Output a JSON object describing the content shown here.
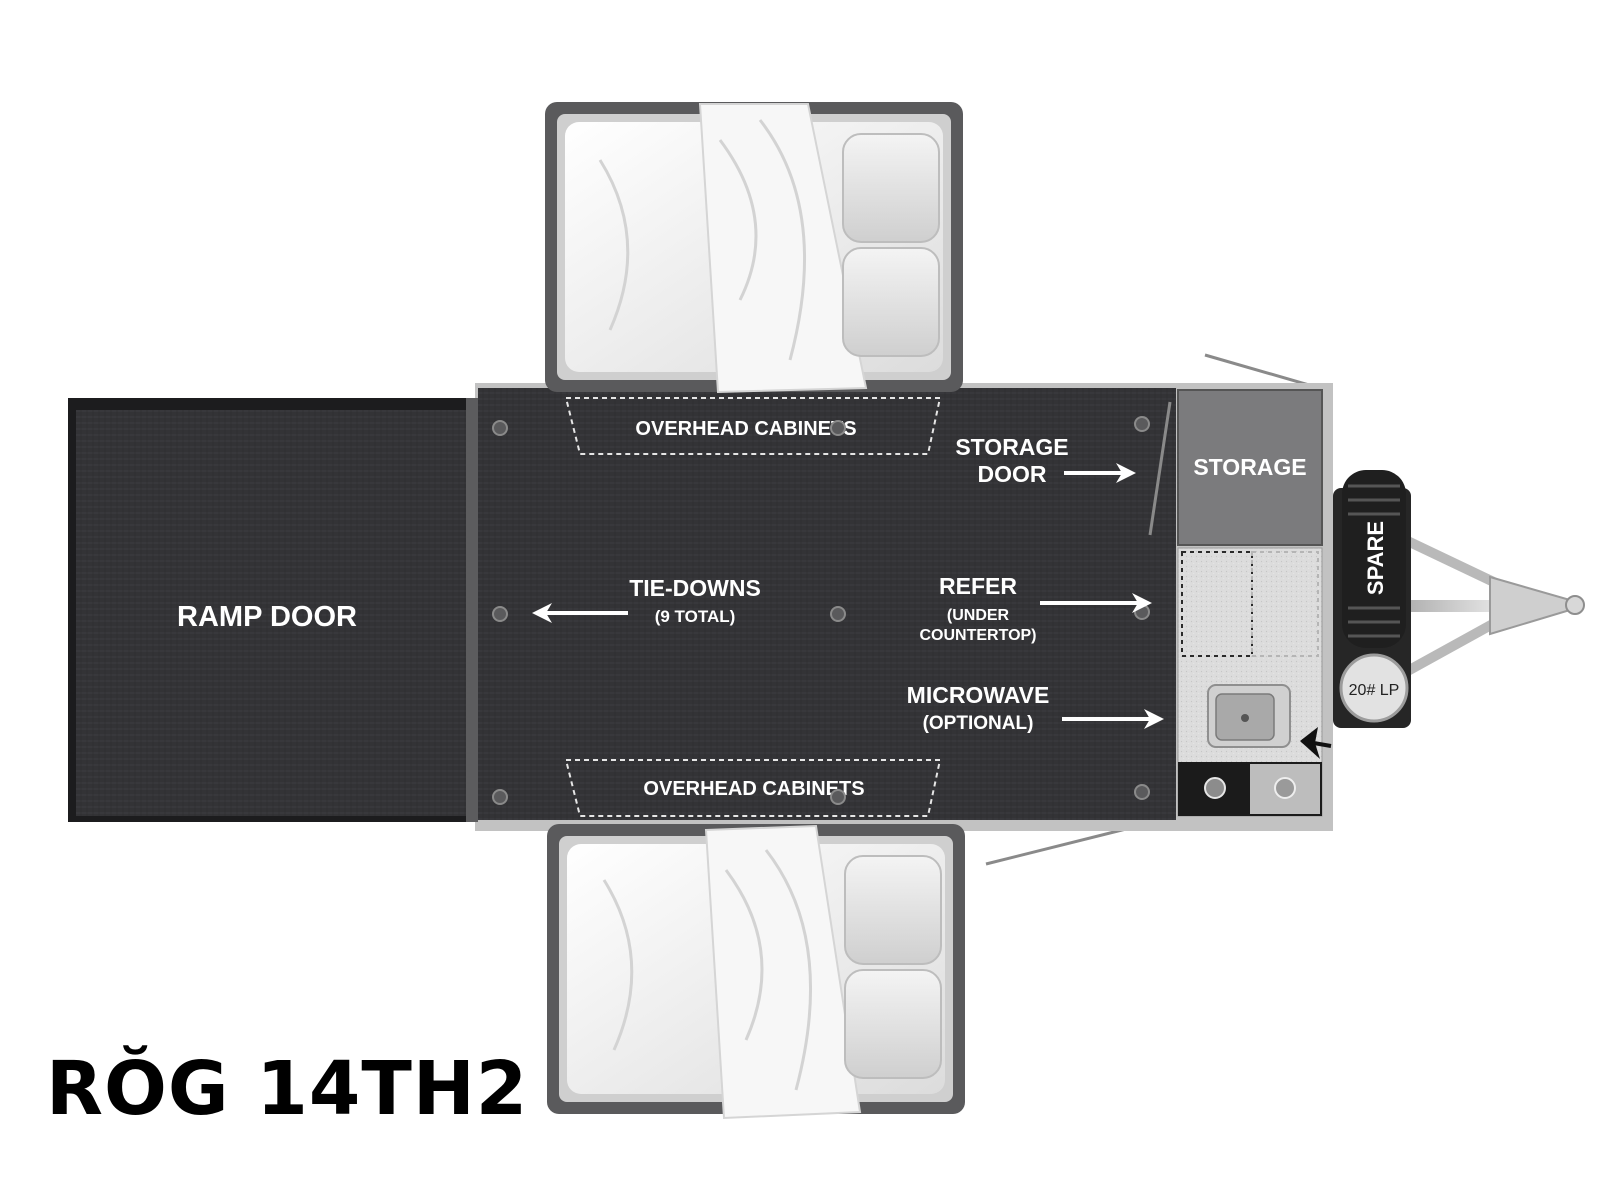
{
  "model_name": "RŎG 14TH2",
  "labels": {
    "ramp_door": "RAMP DOOR",
    "overhead_cabinets_top": "OVERHEAD CABINETS",
    "overhead_cabinets_bottom": "OVERHEAD CABINETS",
    "storage_door_line1": "STORAGE",
    "storage_door_line2": "DOOR",
    "storage": "STORAGE",
    "tie_downs": "TIE-DOWNS",
    "tie_downs_sub": "(9 TOTAL)",
    "refer": "REFER",
    "refer_sub1": "(UNDER",
    "refer_sub2": "COUNTERTOP)",
    "microwave": "MICROWAVE",
    "microwave_sub": "(OPTIONAL)",
    "spare": "SPARE",
    "lp_tank": "20# LP"
  },
  "colors": {
    "floor": "#333336",
    "ramp": "#2b2b2d",
    "storage": "#7b7b7d",
    "bunk_frame": "#5a5a5c",
    "counter": "#d9d9d9",
    "label": "#ffffff",
    "title": "#000000"
  },
  "icons": {
    "bed": "bed-icon",
    "tire": "tire-icon",
    "propane": "propane-tank-icon",
    "sink": "sink-icon",
    "stove": "stove-burner-icon",
    "hitch": "trailer-hitch-icon"
  }
}
